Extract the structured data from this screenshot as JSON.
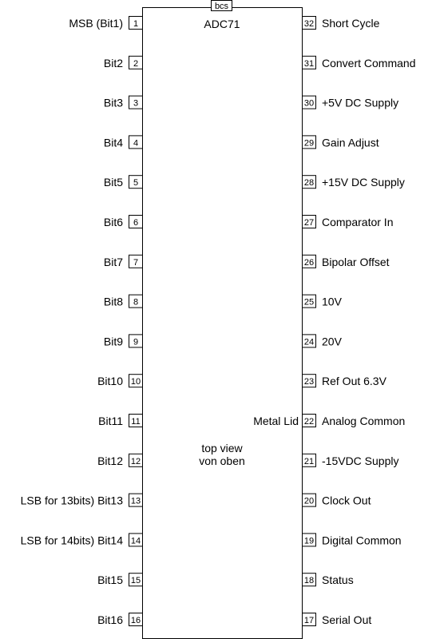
{
  "chip": {
    "maker": "bcs",
    "name": "ADC71",
    "view_line1": "top view",
    "view_line2": "von oben",
    "metal_lid": "Metal Lid"
  },
  "left_pins": [
    {
      "num": "1",
      "label": "MSB (Bit1)"
    },
    {
      "num": "2",
      "label": "Bit2"
    },
    {
      "num": "3",
      "label": "Bit3"
    },
    {
      "num": "4",
      "label": "Bit4"
    },
    {
      "num": "5",
      "label": "Bit5"
    },
    {
      "num": "6",
      "label": "Bit6"
    },
    {
      "num": "7",
      "label": "Bit7"
    },
    {
      "num": "8",
      "label": "Bit8"
    },
    {
      "num": "9",
      "label": "Bit9"
    },
    {
      "num": "10",
      "label": "Bit10"
    },
    {
      "num": "11",
      "label": "Bit11"
    },
    {
      "num": "12",
      "label": "Bit12"
    },
    {
      "num": "13",
      "label": "LSB for 13bits) Bit13"
    },
    {
      "num": "14",
      "label": "LSB for 14bits) Bit14"
    },
    {
      "num": "15",
      "label": "Bit15"
    },
    {
      "num": "16",
      "label": "Bit16"
    }
  ],
  "right_pins": [
    {
      "num": "32",
      "label": "Short Cycle"
    },
    {
      "num": "31",
      "label": "Convert Command"
    },
    {
      "num": "30",
      "label": "+5V DC Supply"
    },
    {
      "num": "29",
      "label": "Gain Adjust"
    },
    {
      "num": "28",
      "label": "+15V DC Supply"
    },
    {
      "num": "27",
      "label": "Comparator In"
    },
    {
      "num": "26",
      "label": "Bipolar Offset"
    },
    {
      "num": "25",
      "label": "10V"
    },
    {
      "num": "24",
      "label": "20V"
    },
    {
      "num": "23",
      "label": "Ref Out 6.3V"
    },
    {
      "num": "22",
      "label": "Analog Common"
    },
    {
      "num": "21",
      "label": "-15VDC Supply"
    },
    {
      "num": "20",
      "label": "Clock Out"
    },
    {
      "num": "19",
      "label": "Digital Common"
    },
    {
      "num": "18",
      "label": "Status"
    },
    {
      "num": "17",
      "label": "Serial Out"
    }
  ]
}
